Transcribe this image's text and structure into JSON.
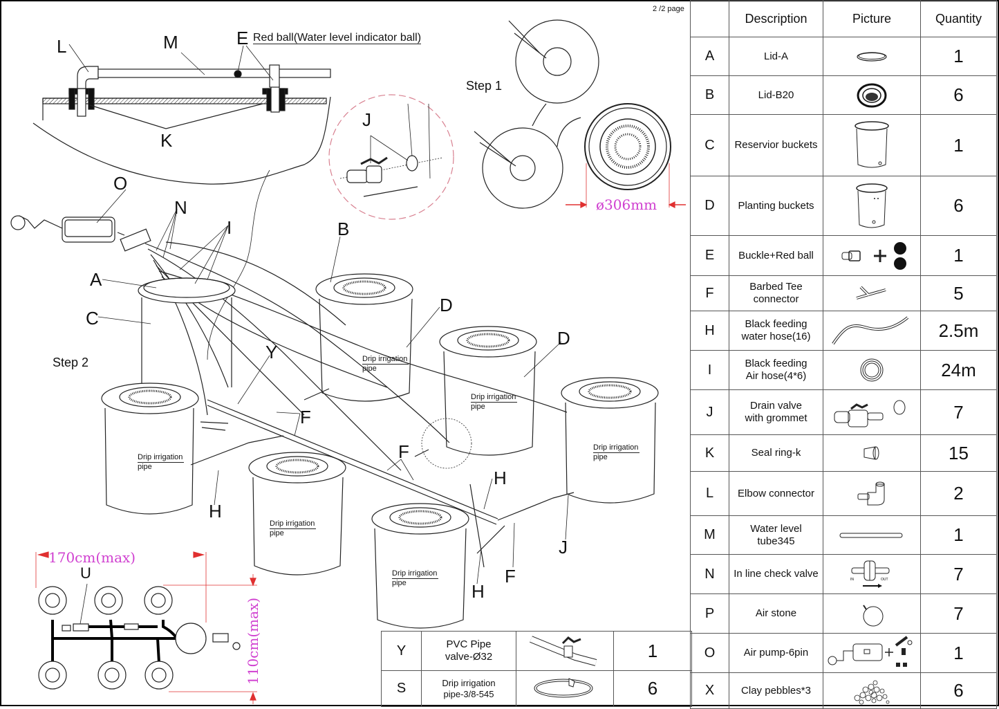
{
  "page": {
    "indicator": "2 /2 page"
  },
  "detail_top": {
    "labels": {
      "L": "L",
      "M": "M",
      "E": "E",
      "K": "K",
      "J": "J"
    },
    "red_ball_caption": "Red ball(Water level indicator ball)"
  },
  "step1": {
    "title": "Step 1",
    "diameter": "ø306mm"
  },
  "step2": {
    "title": "Step 2",
    "labels": {
      "O": "O",
      "N": "N",
      "I": "I",
      "A": "A",
      "C": "C",
      "B": "B",
      "D1": "D",
      "D2": "D",
      "Y": "Y",
      "F1": "F",
      "F2": "F",
      "F3": "F",
      "H1": "H",
      "H2": "H",
      "H3": "H",
      "J": "J"
    },
    "drip_label": {
      "line1": "Drip irrigation",
      "line2": "pipe"
    }
  },
  "layout_plan": {
    "width_dim": "170cm(max)",
    "height_dim": "110cm(max)",
    "label_U": "U"
  },
  "parts_table": {
    "headers": {
      "letter": "",
      "description": "Description",
      "picture": "Picture",
      "quantity": "Quantity"
    },
    "rows": [
      {
        "letter": "A",
        "desc": [
          "Lid-A"
        ],
        "picture": "lid-ring-icon",
        "qty": "1"
      },
      {
        "letter": "B",
        "desc": [
          "Lid-B20"
        ],
        "picture": "net-lid-icon",
        "qty": "6"
      },
      {
        "letter": "C",
        "desc": [
          "Reservior buckets"
        ],
        "picture": "bucket-icon",
        "qty": "1"
      },
      {
        "letter": "D",
        "desc": [
          "Planting buckets"
        ],
        "picture": "bucket-icon",
        "qty": "6"
      },
      {
        "letter": "E",
        "desc": [
          "Buckle+Red ball"
        ],
        "picture": "buckle-ball-icon",
        "qty": "1"
      },
      {
        "letter": "F",
        "desc": [
          "Barbed Tee",
          "connector"
        ],
        "picture": "tee-connector-icon",
        "qty": "5"
      },
      {
        "letter": "H",
        "desc": [
          "Black feeding",
          "water hose(16)"
        ],
        "picture": "hose-icon",
        "qty": "2.5m"
      },
      {
        "letter": "I",
        "desc": [
          "Black feeding",
          "Air hose(4*6)"
        ],
        "picture": "coiled-hose-icon",
        "qty": "24m"
      },
      {
        "letter": "J",
        "desc": [
          "Drain valve",
          "with grommet"
        ],
        "picture": "drain-valve-icon",
        "qty": "7"
      },
      {
        "letter": "K",
        "desc": [
          "Seal ring-k"
        ],
        "picture": "seal-ring-icon",
        "qty": "15"
      },
      {
        "letter": "L",
        "desc": [
          "Elbow connector"
        ],
        "picture": "elbow-icon",
        "qty": "2"
      },
      {
        "letter": "M",
        "desc": [
          "Water level",
          "tube345"
        ],
        "picture": "tube-icon",
        "qty": "1"
      },
      {
        "letter": "N",
        "desc": [
          "In line check valve"
        ],
        "picture": "check-valve-icon",
        "qty": "7"
      },
      {
        "letter": "P",
        "desc": [
          "Air stone"
        ],
        "picture": "air-stone-icon",
        "qty": "7"
      },
      {
        "letter": "O",
        "desc": [
          "Air pump-6pin"
        ],
        "picture": "air-pump-icon",
        "qty": "1"
      },
      {
        "letter": "X",
        "desc": [
          "Clay pebbles*3"
        ],
        "picture": "pebbles-icon",
        "qty": "6"
      }
    ],
    "check_valve_in": "IN",
    "check_valve_out": "OUT"
  },
  "bottom_table": {
    "rows": [
      {
        "letter": "Y",
        "desc": [
          "PVC Pipe",
          "valve-Ø32"
        ],
        "picture": "pvc-valve-icon",
        "qty": "1"
      },
      {
        "letter": "S",
        "desc": [
          "Drip irrigation",
          "pipe-3/8-545"
        ],
        "picture": "drip-pipe-icon",
        "qty": "6"
      }
    ]
  },
  "colors": {
    "dimension_text": "#d040d0",
    "dimension_line": "#e03030",
    "detail_circle": "#d88090",
    "line": "#222222"
  }
}
